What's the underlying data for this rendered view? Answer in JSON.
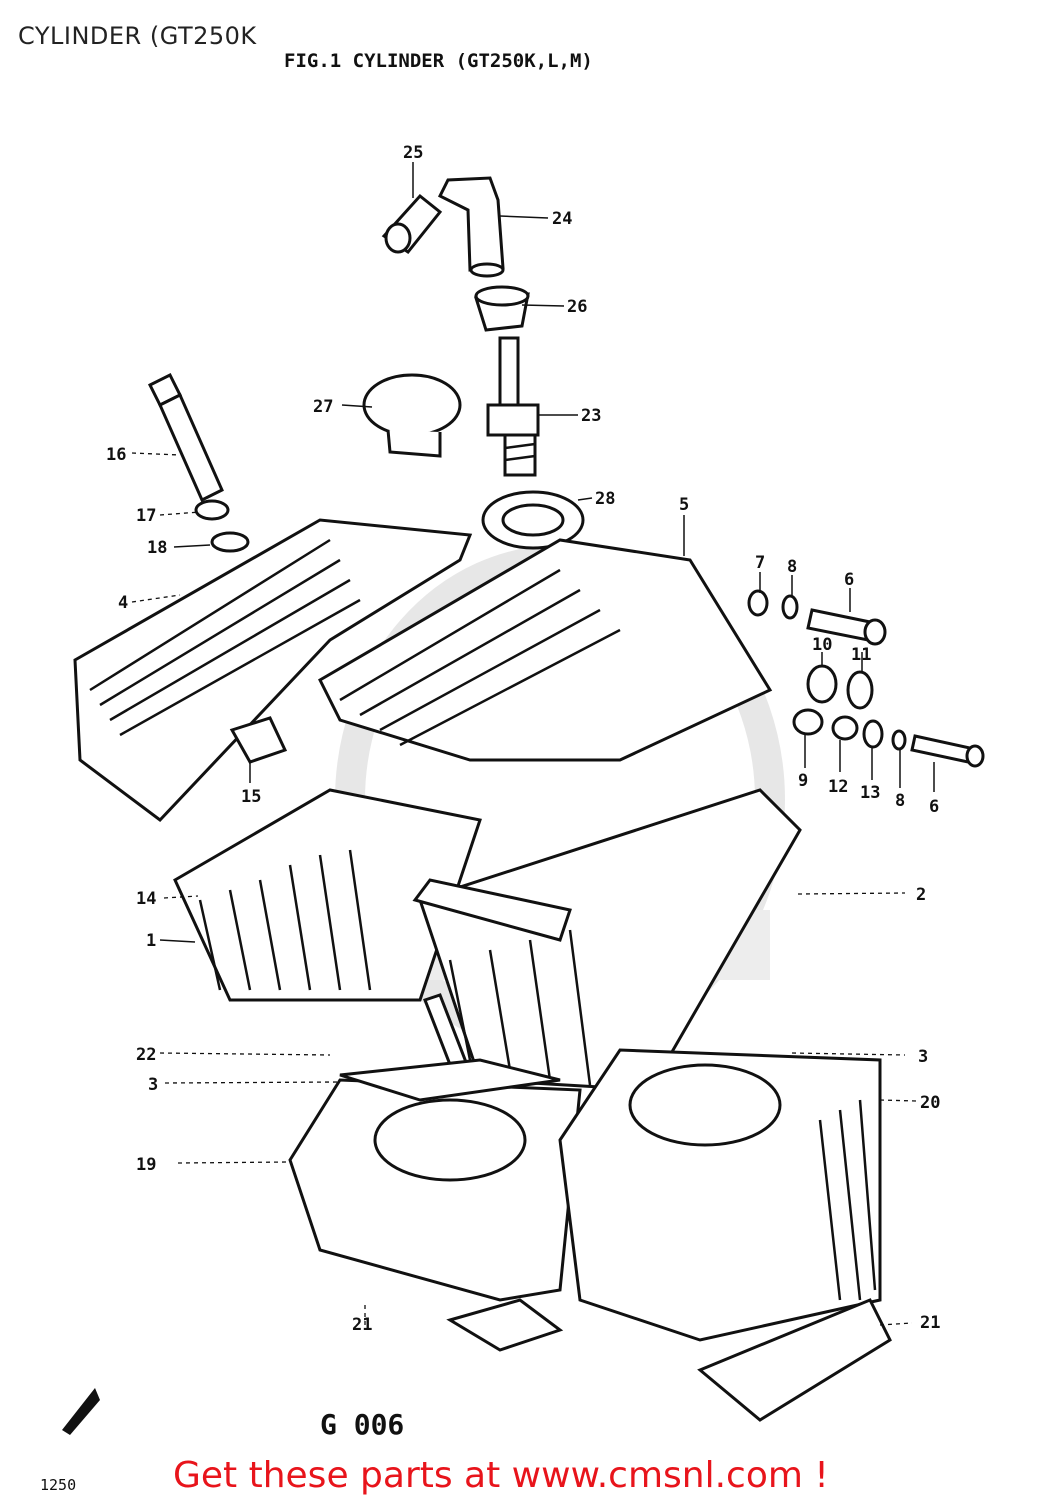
{
  "page_title": "CYLINDER (GT250K",
  "figure_title": "FIG.1  CYLINDER (GT250K,L,M)",
  "diagram_code": "G 006",
  "page_ref": "1250",
  "footer_text": "Get these parts at www.cmsnl.com !",
  "colors": {
    "footer": "#e8141b",
    "ink": "#111111",
    "watermark": "#d9d9d9"
  },
  "callouts": [
    {
      "id": "25",
      "label": "25"
    },
    {
      "id": "24",
      "label": "24"
    },
    {
      "id": "26",
      "label": "26"
    },
    {
      "id": "27",
      "label": "27"
    },
    {
      "id": "23",
      "label": "23"
    },
    {
      "id": "16",
      "label": "16"
    },
    {
      "id": "17",
      "label": "17"
    },
    {
      "id": "28",
      "label": "28"
    },
    {
      "id": "5",
      "label": "5"
    },
    {
      "id": "18",
      "label": "18"
    },
    {
      "id": "7",
      "label": "7"
    },
    {
      "id": "8a",
      "label": "8"
    },
    {
      "id": "6a",
      "label": "6"
    },
    {
      "id": "4",
      "label": "4"
    },
    {
      "id": "10",
      "label": "10"
    },
    {
      "id": "11",
      "label": "11"
    },
    {
      "id": "15",
      "label": "15"
    },
    {
      "id": "9",
      "label": "9"
    },
    {
      "id": "12",
      "label": "12"
    },
    {
      "id": "13",
      "label": "13"
    },
    {
      "id": "8b",
      "label": "8"
    },
    {
      "id": "6b",
      "label": "6"
    },
    {
      "id": "14",
      "label": "14"
    },
    {
      "id": "2",
      "label": "2"
    },
    {
      "id": "1",
      "label": "1"
    },
    {
      "id": "22",
      "label": "22"
    },
    {
      "id": "3a",
      "label": "3"
    },
    {
      "id": "3b",
      "label": "3"
    },
    {
      "id": "20",
      "label": "20"
    },
    {
      "id": "19",
      "label": "19"
    },
    {
      "id": "21a",
      "label": "21"
    },
    {
      "id": "21b",
      "label": "21"
    }
  ]
}
